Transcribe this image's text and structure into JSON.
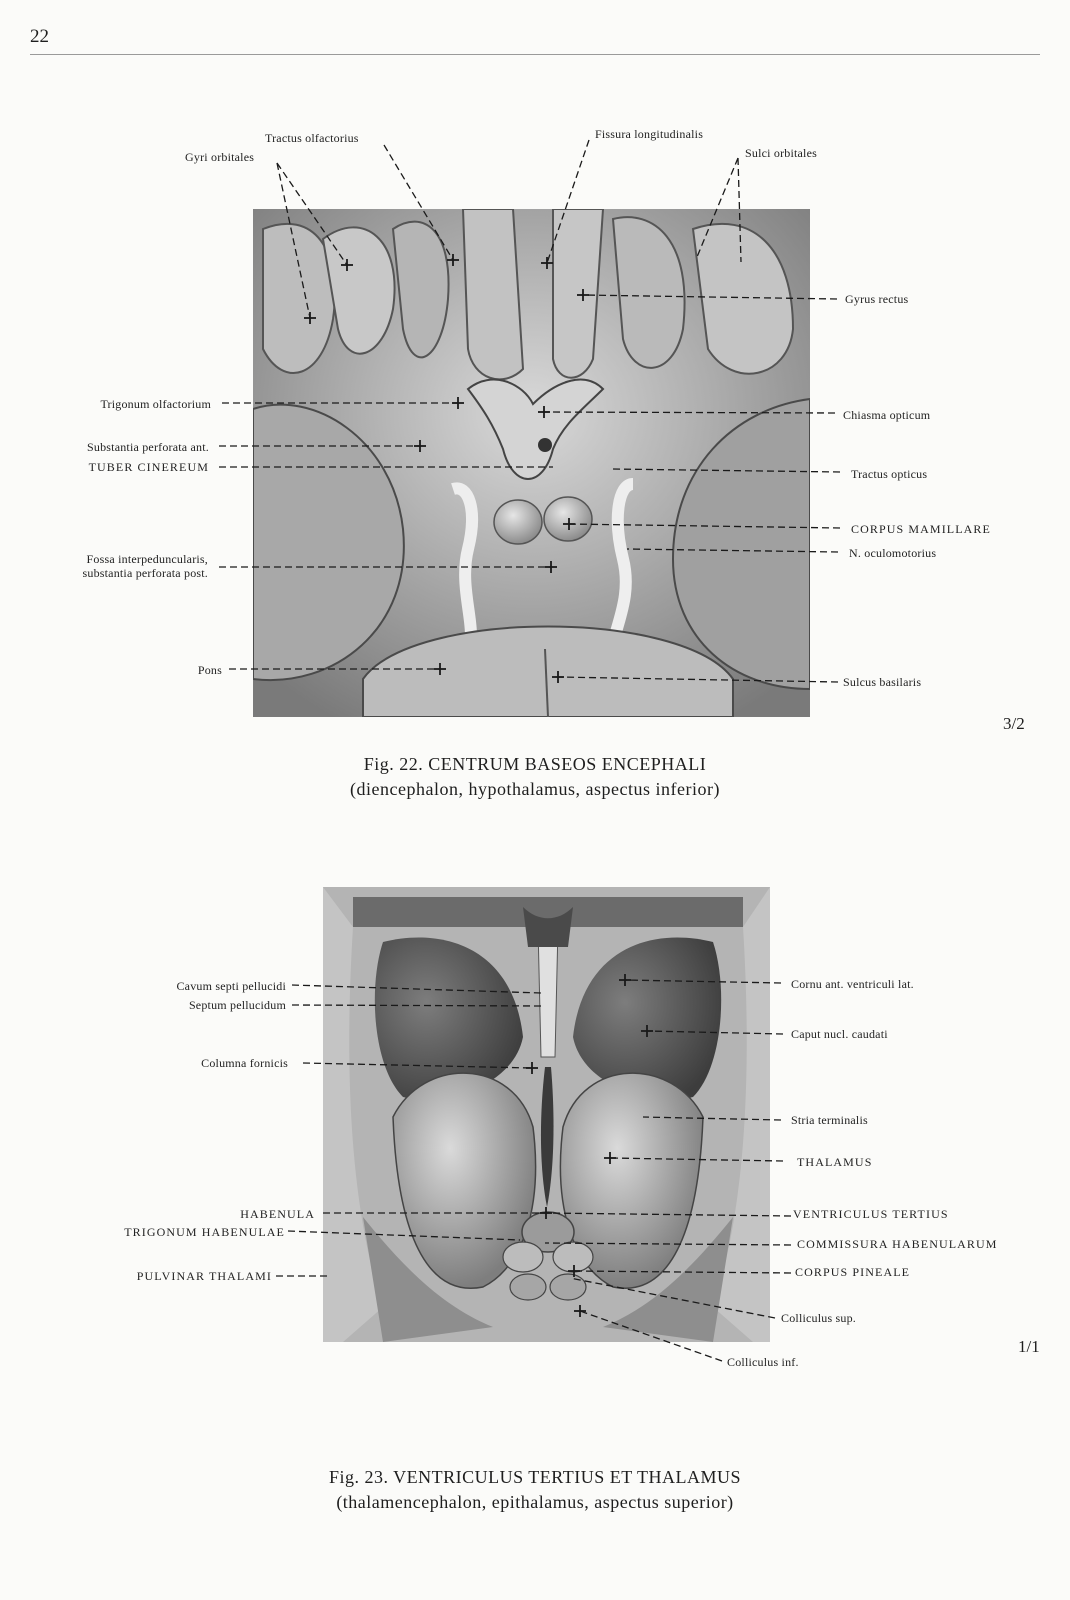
{
  "page_number": "22",
  "figure22": {
    "caption_title": "Fig. 22. CENTRUM BASEOS ENCEPHALI",
    "caption_subtitle": "(diencephalon, hypothalamus, aspectus inferior)",
    "scale": "3/2",
    "labels": {
      "gyri_orbitales": "Gyri orbitales",
      "tractus_olfactorius": "Tractus olfactorius",
      "fissura_longitudinalis": "Fissura longitudinalis",
      "sulci_orbitales": "Sulci orbitales",
      "gyrus_rectus": "Gyrus rectus",
      "trigonum_olfactorium": "Trigonum olfactorium",
      "chiasma_opticum": "Chiasma opticum",
      "substantia_perforata_ant": "Substantia perforata ant.",
      "tuber_cinereum": "TUBER CINEREUM",
      "tractus_opticus": "Tractus opticus",
      "corpus_mamillare": "CORPUS MAMILLARE",
      "n_oculomotorius": "N. oculomotorius",
      "fossa_line1": "Fossa interpeduncularis,",
      "fossa_line2": "substantia perforata post.",
      "pons": "Pons",
      "sulcus_basilaris": "Sulcus basilaris"
    }
  },
  "figure23": {
    "caption_title": "Fig. 23. VENTRICULUS TERTIUS ET THALAMUS",
    "caption_subtitle": "(thalamencephalon, epithalamus, aspectus superior)",
    "scale": "1/1",
    "labels": {
      "cavum_septi": "Cavum septi pellucidi",
      "septum_pellucidum": "Septum pellucidum",
      "columna_fornicis": "Columna fornicis",
      "habenula": "HABENULA",
      "trigonum_habenulae": "TRIGONUM HABENULAE",
      "pulvinar_thalami": "PULVINAR THALAMI",
      "cornu_ant": "Cornu ant. ventriculi lat.",
      "caput_nucl_caudati": "Caput nucl. caudati",
      "stria_terminalis": "Stria terminalis",
      "thalamus": "THALAMUS",
      "ventriculus_tertius": "VENTRICULUS TERTIUS",
      "commissura_habenularum": "COMMISSURA HABENULARUM",
      "corpus_pineale": "CORPUS PINEALE",
      "colliculus_sup": "Colliculus sup.",
      "colliculus_inf": "Colliculus inf."
    }
  }
}
